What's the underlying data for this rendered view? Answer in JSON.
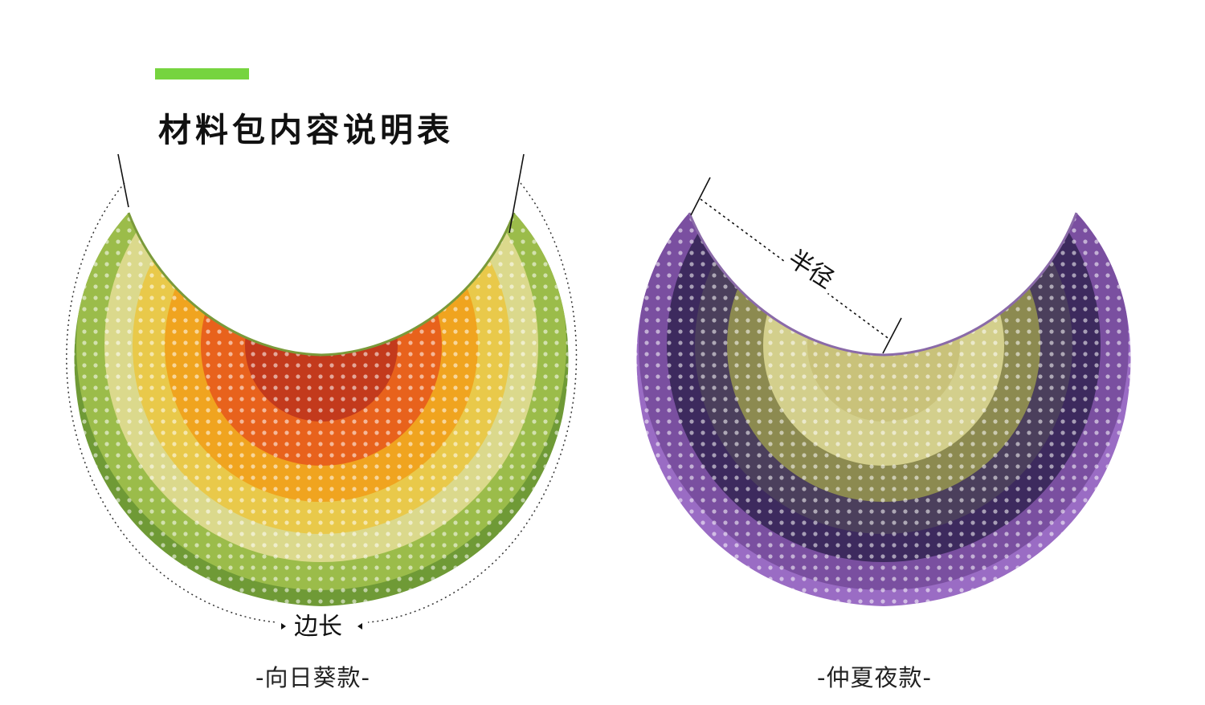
{
  "header": {
    "title": "材料包内容说明表",
    "accent_color": "#76d43f"
  },
  "measurements": {
    "side_length_label": "边长",
    "radius_label": "半径"
  },
  "products": [
    {
      "caption": "-向日葵款-",
      "colors": [
        "#c33a1c",
        "#e8621c",
        "#f0a41f",
        "#e9c94a",
        "#dbd98c",
        "#9bbc4a",
        "#6f9a36"
      ]
    },
    {
      "caption": "-仲夏夜款-",
      "colors": [
        "#c9c27a",
        "#d3cf8c",
        "#8c8a50",
        "#4b3f5c",
        "#3d2a5e",
        "#7a4fa0",
        "#9a6cc4"
      ]
    }
  ]
}
